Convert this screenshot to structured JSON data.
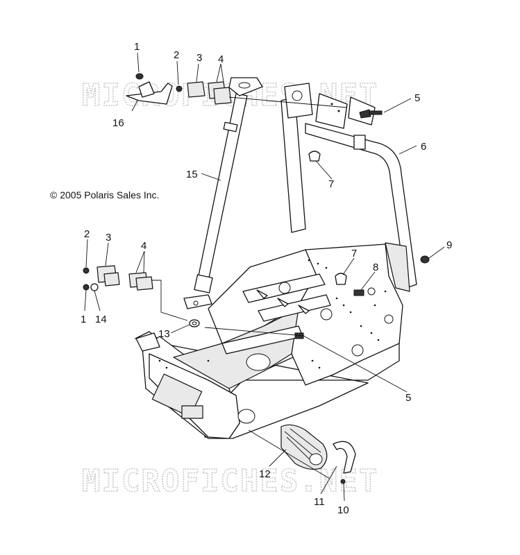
{
  "watermark": {
    "text": "MICROFICHES.NET"
  },
  "copyright": {
    "text": "© 2005 Polaris Sales Inc."
  },
  "callouts": {
    "c1_top": "1",
    "c2_top": "2",
    "c3_top": "3",
    "c4_top": "4",
    "c5_top": "5",
    "c6": "6",
    "c7_top": "7",
    "c16": "16",
    "c15": "15",
    "c2_left": "2",
    "c3_left": "3",
    "c4_left": "4",
    "c1_left": "1",
    "c14": "14",
    "c7_mid": "7",
    "c8": "8",
    "c9": "9",
    "c13": "13",
    "c5_bot": "5",
    "c12": "12",
    "c11": "11",
    "c10": "10"
  }
}
